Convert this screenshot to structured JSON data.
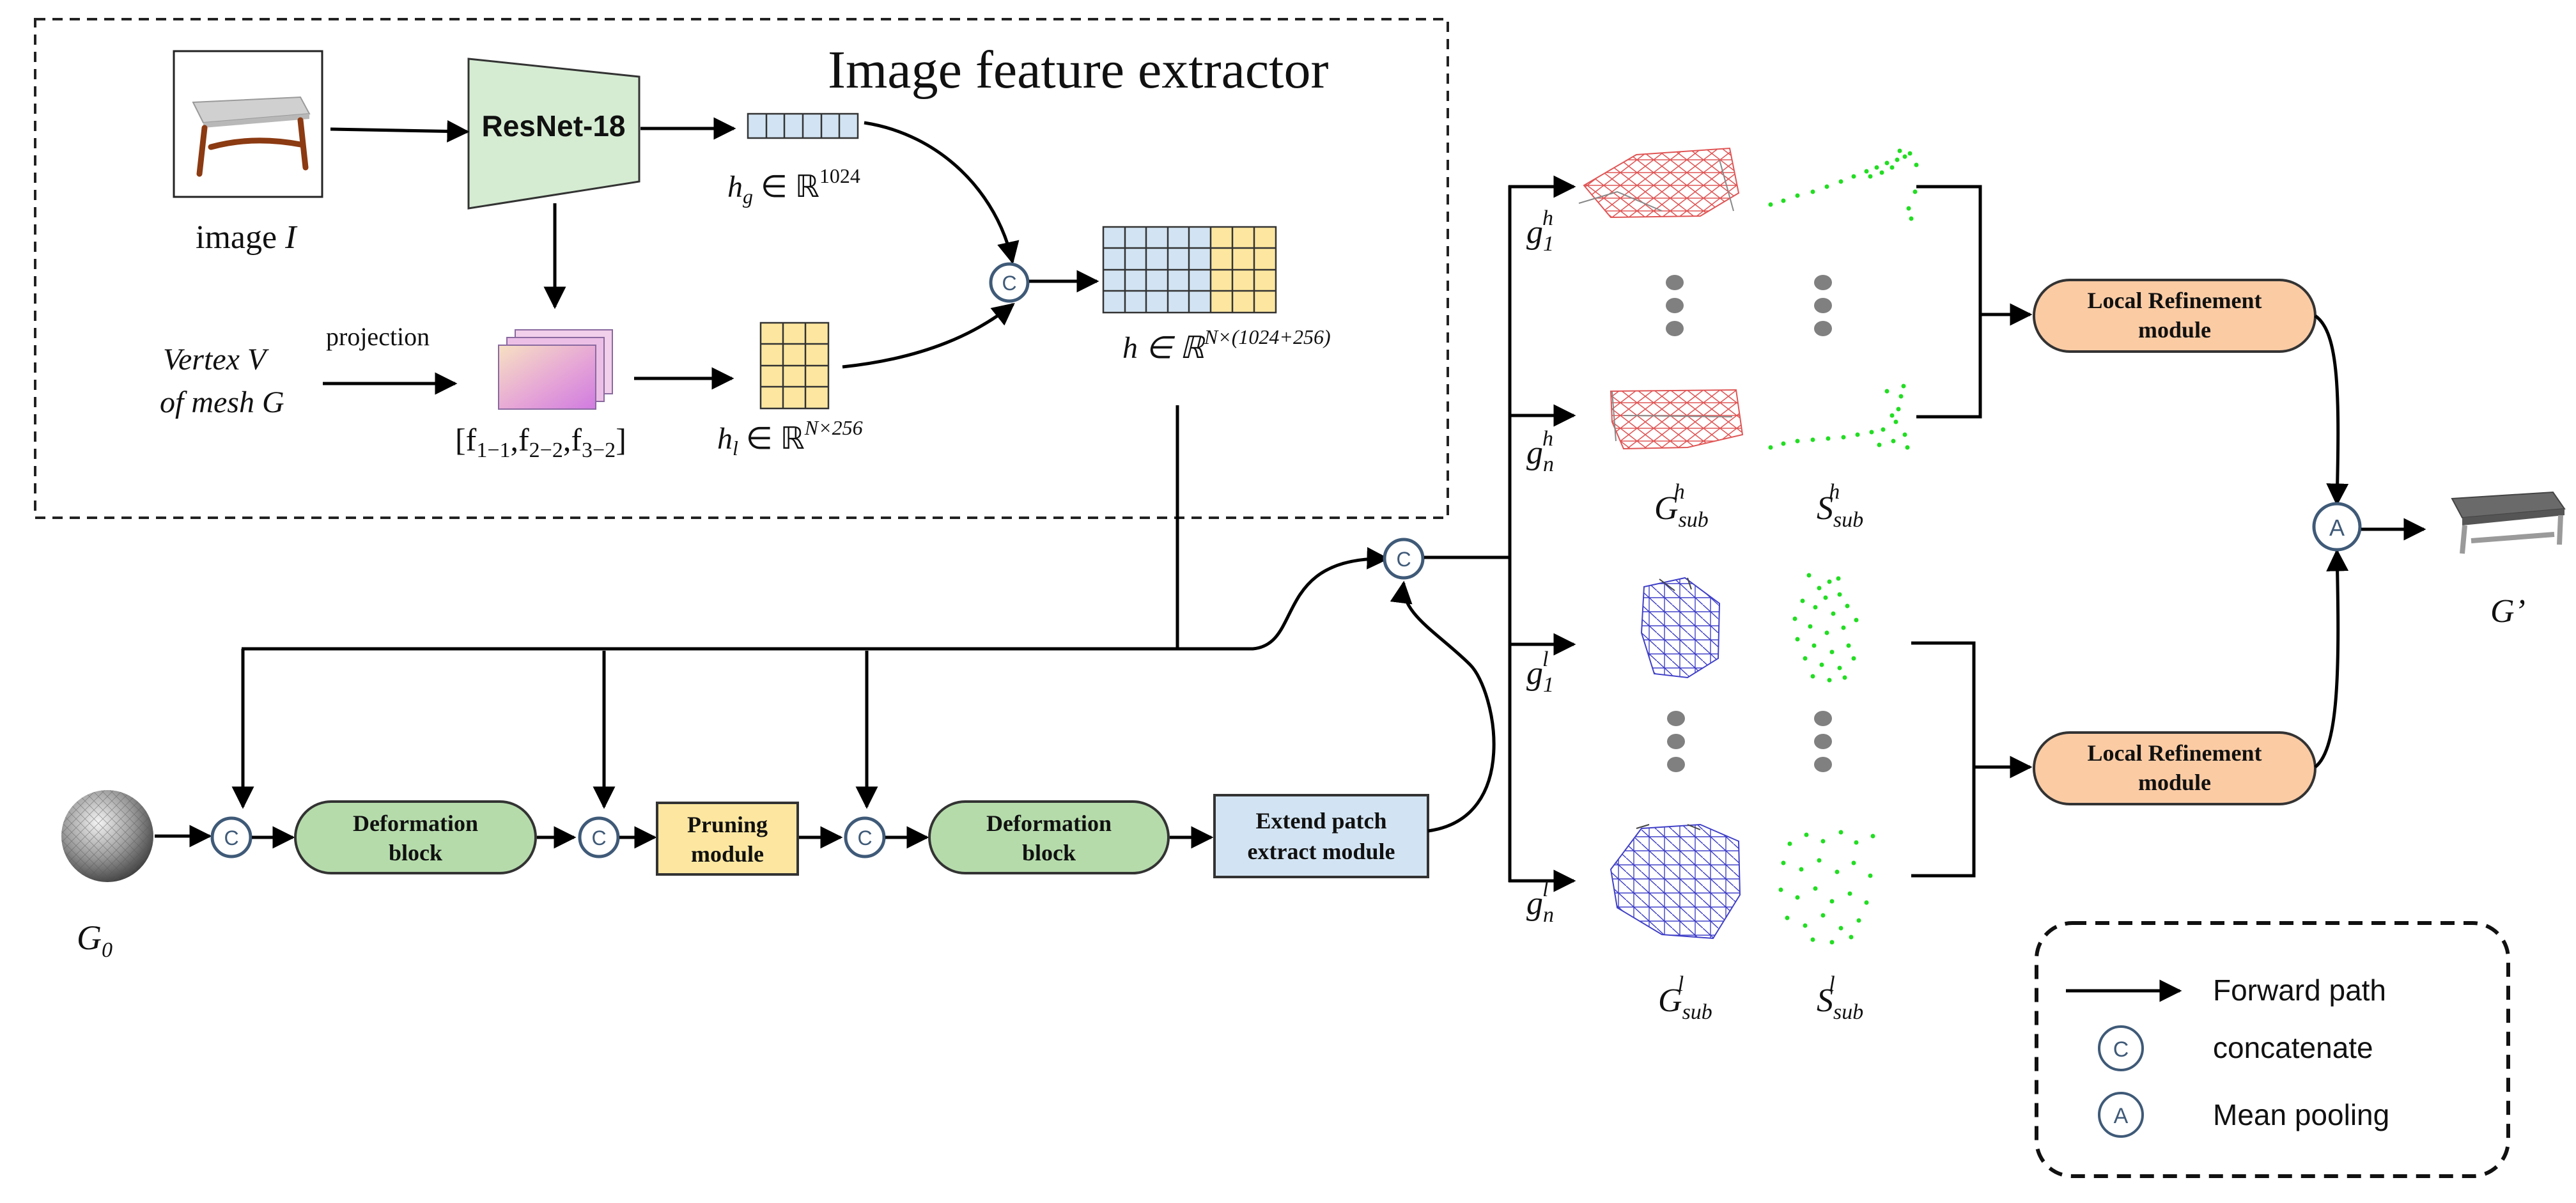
{
  "extractor": {
    "title": "Image feature extractor",
    "image_caption_prefix": "image ",
    "image_caption_var": "I",
    "resnet_label": "ResNet-18",
    "hg_var": "h",
    "hg_sub": "g",
    "hg_rest": " ∈ ℝ",
    "hg_exp": "1024",
    "hl_var": "h",
    "hl_sub": "l",
    "hl_rest": " ∈ ℝ",
    "hl_exp": "N×256",
    "h_label": "h ∈ ℝ",
    "h_exp": "N×(1024+256)",
    "projection_label": "projection",
    "vertex_line1": "Vertex V",
    "vertex_line2": "of mesh G",
    "f_open": "[f",
    "f1_sub": "1−1",
    "f2": ",f",
    "f2_sub": "2−2",
    "f3": ",f",
    "f3_sub": "3−2",
    "f_close": "]"
  },
  "pipeline": {
    "g0_var": "G",
    "g0_sub": "0",
    "deform1_line1": "Deformation",
    "deform1_line2": "block",
    "pruning_line1": "Pruning",
    "pruning_line2": "module",
    "deform2_line1": "Deformation",
    "deform2_line2": "block",
    "extend_line1": "Extend patch",
    "extend_line2": "extract module",
    "concat_letter": "C",
    "mean_letter": "A"
  },
  "patches": {
    "g1h_var": "g",
    "g1h_sub": "1",
    "g1h_sup": "h",
    "gnh_var": "g",
    "gnh_sub": "n",
    "gnh_sup": "h",
    "g1l_var": "g",
    "g1l_sub": "1",
    "g1l_sup": "l",
    "gnl_var": "g",
    "gnl_sub": "n",
    "gnl_sup": "l",
    "Gh_var": "G",
    "Gh_sub": "sub",
    "Gh_sup": "h",
    "Sh_var": "S",
    "Sh_sub": "sub",
    "Sh_sup": "h",
    "Gl_var": "G",
    "Gl_sub": "sub",
    "Gl_sup": "l",
    "Sl_var": "S",
    "Sl_sub": "sub",
    "Sl_sup": "l"
  },
  "refinement": {
    "top_line1": "Local Refinement",
    "top_line2": "module",
    "bottom_line1": "Local Refinement",
    "bottom_line2": "module",
    "output_label": "G’"
  },
  "legend": {
    "forward": "Forward path",
    "concat": "concatenate",
    "mean": "Mean pooling",
    "concat_letter": "C",
    "mean_letter": "A"
  },
  "colors": {
    "resnet_fill": "#d5ecd2",
    "hg_cell": "#d2e4f3",
    "hl_cell": "#fde7a0",
    "deform_fill": "#b5dbab",
    "pruning_fill": "#fde7a0",
    "extend_fill": "#d2e4f3",
    "refine_fill": "#fbcba4",
    "mesh_h": "#e05555",
    "mesh_l": "#4040c8",
    "points": "#22dd22",
    "circle_stroke": "#3f5a78"
  }
}
